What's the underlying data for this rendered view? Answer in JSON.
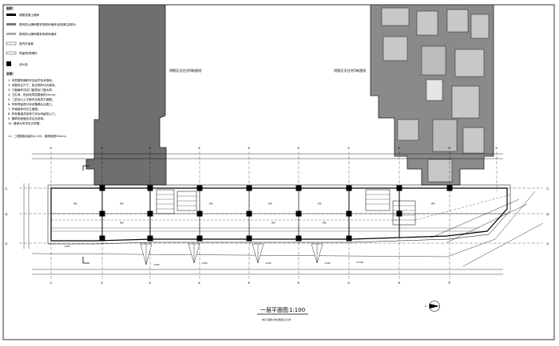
{
  "drawing": {
    "title": "一层平面图",
    "scale": "1:100",
    "subtitle": "本层平面图以本层楼面标高为准",
    "shadow_label_left": "阴影区见住宅6栋图纸",
    "shadow_label_right": "阴影区见住宅5栋图纸",
    "legend_heading": "图例：",
    "legend_items": [
      "钢筋混凝土墙体",
      "具有防火隔声要求的砌块墙体(除特殊注明外)",
      "具有防火隔声要求的砌块墙体",
      "室内外高差",
      "预留洞/预埋件",
      "消火栓"
    ],
    "notes_heading": "说明：",
    "notes": [
      "1. 本层建筑面积详见经济技术指标。",
      "2. 本图标注尺寸，除注明外均为毫米。",
      "3. 门窗编号详见门窗表及门窗大样。",
      "4. 卫生间、阳台较同层楼面低20mm。",
      "5. 二层及以上平面详见各层平面图。",
      "6. 所有预留洞口待设备确认后施工。",
      "7. 外墙装饰详见立面图。",
      "8. 所有管道井检修门均为丙级防火门。",
      "9. 建筑构造做法详见总说明。",
      "10. 墙身大样详见大样图。",
      "11. 二层楼板标高为4.100，建筑面层50mm。"
    ],
    "axis_top": [
      "①",
      "②",
      "③",
      "④",
      "⑤",
      "⑥",
      "⑦",
      "⑧",
      "⑨",
      "⑩"
    ],
    "axis_bottom": [
      "①",
      "②",
      "③",
      "④",
      "⑤",
      "⑥",
      "⑦",
      "⑧",
      "⑨"
    ],
    "axis_left": [
      "Ⓒ",
      "Ⓑ",
      "Ⓐ"
    ],
    "axis_right": [
      "Ⓒ",
      "Ⓑ",
      "Ⓐ"
    ],
    "elevations": [
      "-0.050",
      "-0.050",
      "-0.050",
      "-0.050",
      "±0.000",
      "-0.050"
    ],
    "room_labels": [
      "商业",
      "商业",
      "商业",
      "商业",
      "商业",
      "商业",
      "商业",
      "商业",
      "商业"
    ],
    "compass": "N"
  }
}
